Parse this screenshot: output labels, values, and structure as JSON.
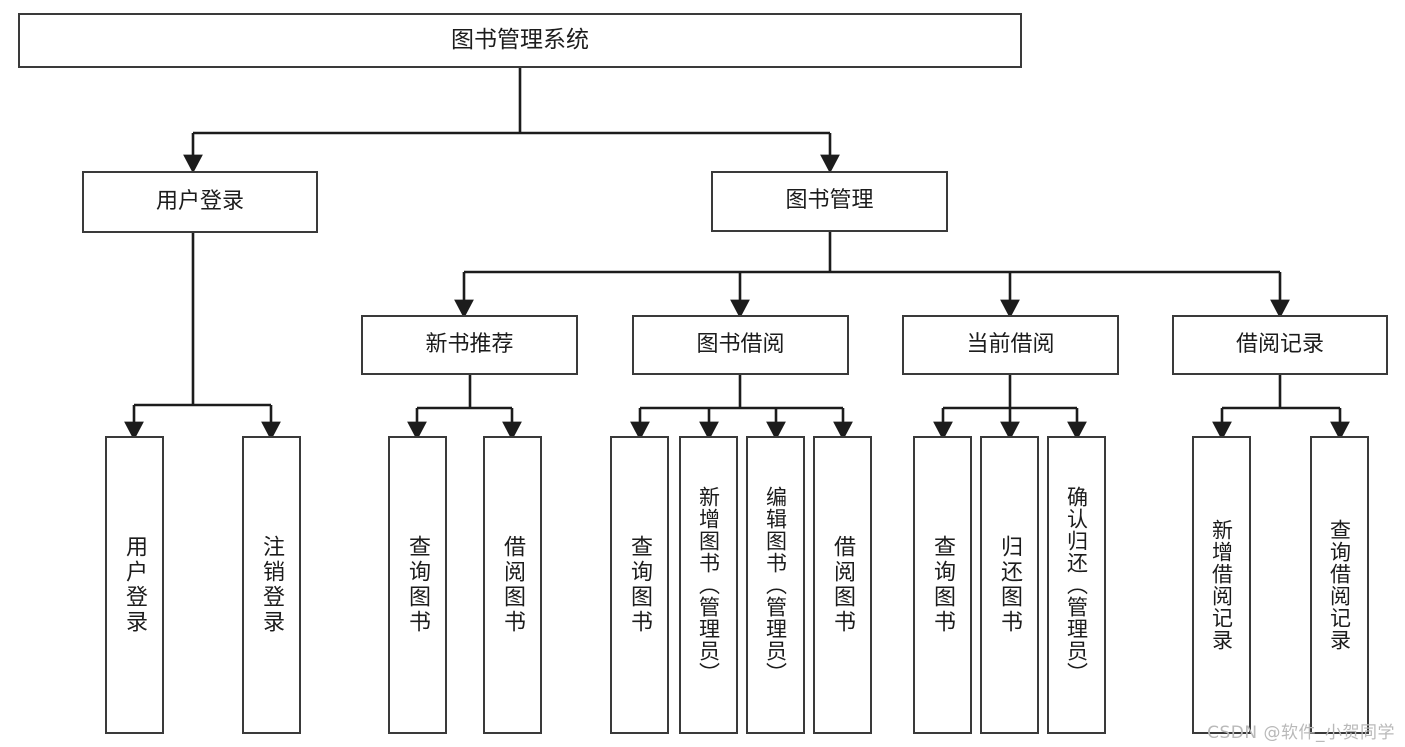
{
  "diagram": {
    "title": "图书管理系统",
    "type": "tree-hierarchy",
    "watermark": "CSDN @软件_小贺同学",
    "colors": {
      "box_border": "#3a3a3a",
      "box_fill": "#ffffff",
      "edge": "#1c1c1c",
      "text": "#1c1c1c",
      "watermark": "#b9b9b9"
    },
    "nodes": {
      "root": {
        "label": "图书管理系统"
      },
      "level2": [
        {
          "id": "user-login",
          "label": "用户登录"
        },
        {
          "id": "book-manage",
          "label": "图书管理"
        }
      ],
      "level3": [
        {
          "id": "new-book-recommend",
          "label": "新书推荐"
        },
        {
          "id": "book-borrow",
          "label": "图书借阅"
        },
        {
          "id": "current-borrow",
          "label": "当前借阅"
        },
        {
          "id": "borrow-record",
          "label": "借阅记录"
        }
      ],
      "leaves": [
        {
          "id": "leaf-user-login",
          "label": "用户登录",
          "parent": "user-login"
        },
        {
          "id": "leaf-user-logout",
          "label": "注销登录",
          "parent": "user-login"
        },
        {
          "id": "leaf-query-book-1",
          "label": "查询图书",
          "parent": "new-book-recommend"
        },
        {
          "id": "leaf-borrow-book-1",
          "label": "借阅图书",
          "parent": "new-book-recommend"
        },
        {
          "id": "leaf-query-book-2",
          "label": "查询图书",
          "parent": "book-borrow"
        },
        {
          "id": "leaf-add-book",
          "label": "新增图书（管理员）",
          "parent": "book-borrow"
        },
        {
          "id": "leaf-edit-book",
          "label": "编辑图书（管理员）",
          "parent": "book-borrow"
        },
        {
          "id": "leaf-borrow-book-2",
          "label": "借阅图书",
          "parent": "book-borrow"
        },
        {
          "id": "leaf-query-book-3",
          "label": "查询图书",
          "parent": "current-borrow"
        },
        {
          "id": "leaf-return-book",
          "label": "归还图书",
          "parent": "current-borrow"
        },
        {
          "id": "leaf-confirm-return",
          "label": "确认归还（管理员）",
          "parent": "current-borrow"
        },
        {
          "id": "leaf-add-record",
          "label": "新增借阅记录",
          "parent": "borrow-record"
        },
        {
          "id": "leaf-query-record",
          "label": "查询借阅记录",
          "parent": "borrow-record"
        }
      ]
    }
  }
}
